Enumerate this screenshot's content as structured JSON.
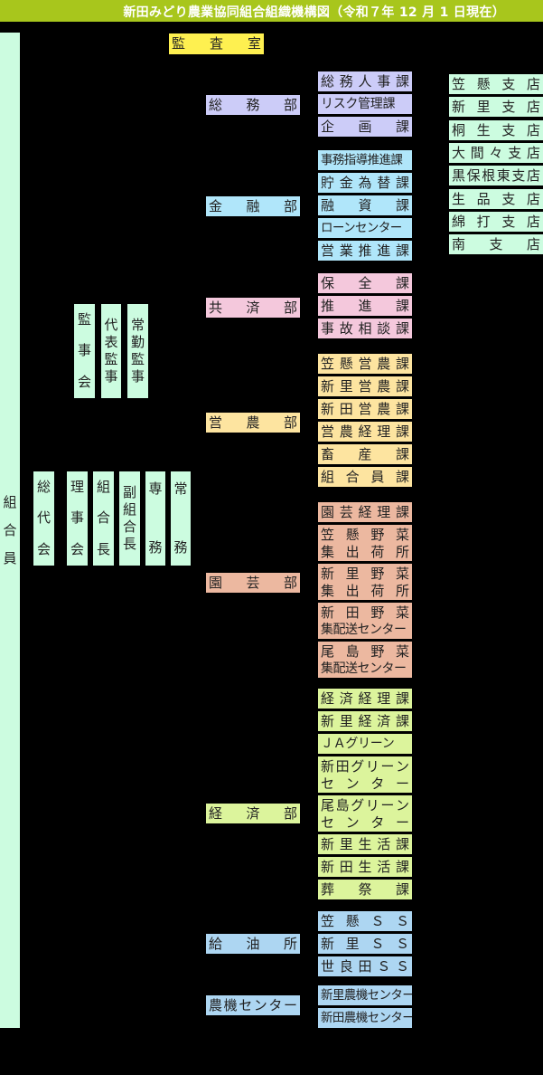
{
  "header": {
    "title": "新田みどり農業協同組合組織機構図（令和７年 12 月 1 日現在）"
  },
  "colors": {
    "header": "#a8c61c",
    "governance": "#ccfce0",
    "audit": "#fef050",
    "general_affairs": "#ccccf8",
    "finance": "#b0e6fa",
    "mutual_aid": "#f4c8dc",
    "farming": "#fde4a0",
    "horticulture": "#ecb8a0",
    "economic": "#dcf49c",
    "fuel_machinery": "#add6f2"
  },
  "governance": {
    "members": "組合員",
    "general_assembly": "総代会",
    "board": "理事会",
    "president": "組合長",
    "vice_president": "副組合長",
    "senior_director": "専務",
    "managing_director": "常務",
    "audit_board": "監事会",
    "representative_auditor": "代表監事",
    "fulltime_auditor": "常勤監事",
    "audit_office": "監査室"
  },
  "departments": [
    {
      "name": "総務部",
      "sections": [
        "総務人事課",
        "リスク管理課",
        "企画課"
      ]
    },
    {
      "name": "金融部",
      "sections": [
        "事務指導推進課",
        "貯金為替課",
        "融資課",
        "ローンセンター",
        "営業推進課"
      ]
    },
    {
      "name": "共済部",
      "sections": [
        "保全課",
        "推進課",
        "事故相談課"
      ]
    },
    {
      "name": "営農部",
      "sections": [
        "笠懸営農課",
        "新里営農課",
        "新田営農課",
        "営農経理課",
        "畜産課",
        "組合員課"
      ]
    },
    {
      "name": "園芸部",
      "sections": [
        "園芸経理課",
        "笠懸野菜集出荷所",
        "新里野菜集出荷所",
        "新田野菜集配送センター",
        "尾島野菜集配送センター"
      ]
    },
    {
      "name": "経済部",
      "sections": [
        "経済経理課",
        "新里経済課",
        "ＪＡグリーン",
        "新田グリーンセンター",
        "尾島グリーンセンター",
        "新里生活課",
        "新田生活課",
        "葬祭課"
      ]
    },
    {
      "name": "給油所",
      "sections": [
        "笠懸ＳＳ",
        "新里ＳＳ",
        "世良田ＳＳ"
      ]
    },
    {
      "name": "農機センター",
      "sections": [
        "新里農機センター",
        "新田農機センター"
      ]
    }
  ],
  "branches": [
    "笠懸支店",
    "新里支店",
    "桐生支店",
    "大間々支店",
    "黒保根東支店",
    "生品支店",
    "綿打支店",
    "南支店"
  ]
}
